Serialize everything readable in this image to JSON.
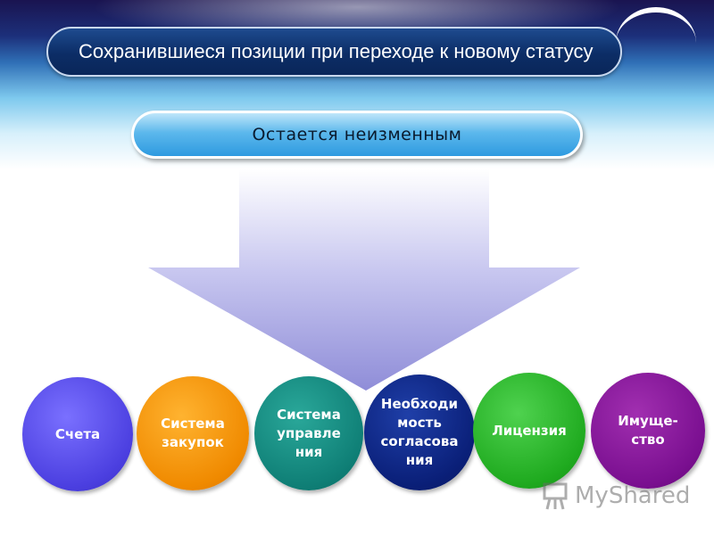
{
  "slide": {
    "title": "Сохранившиеся позиции при переходе к новому статусу",
    "subtitle": "Остается неизменным",
    "items": [
      "Счета",
      "Система\nзакупок",
      "Система\nуправле\nния",
      "Необходи\nмость\nсогласова\nния",
      "Лицензия",
      "Имуще-\nство"
    ],
    "colors": {
      "items": [
        "#4b3fe0",
        "#f08a00",
        "#0f7f76",
        "#0a1f78",
        "#1faa1f",
        "#7a0f90"
      ],
      "title_bar": "#0c2d66",
      "subtitle_bar": "#2e9ae0",
      "arrow": "#8f8dd8"
    }
  },
  "watermark": {
    "text": "MyShared",
    "icon": "presentation-board-icon"
  }
}
